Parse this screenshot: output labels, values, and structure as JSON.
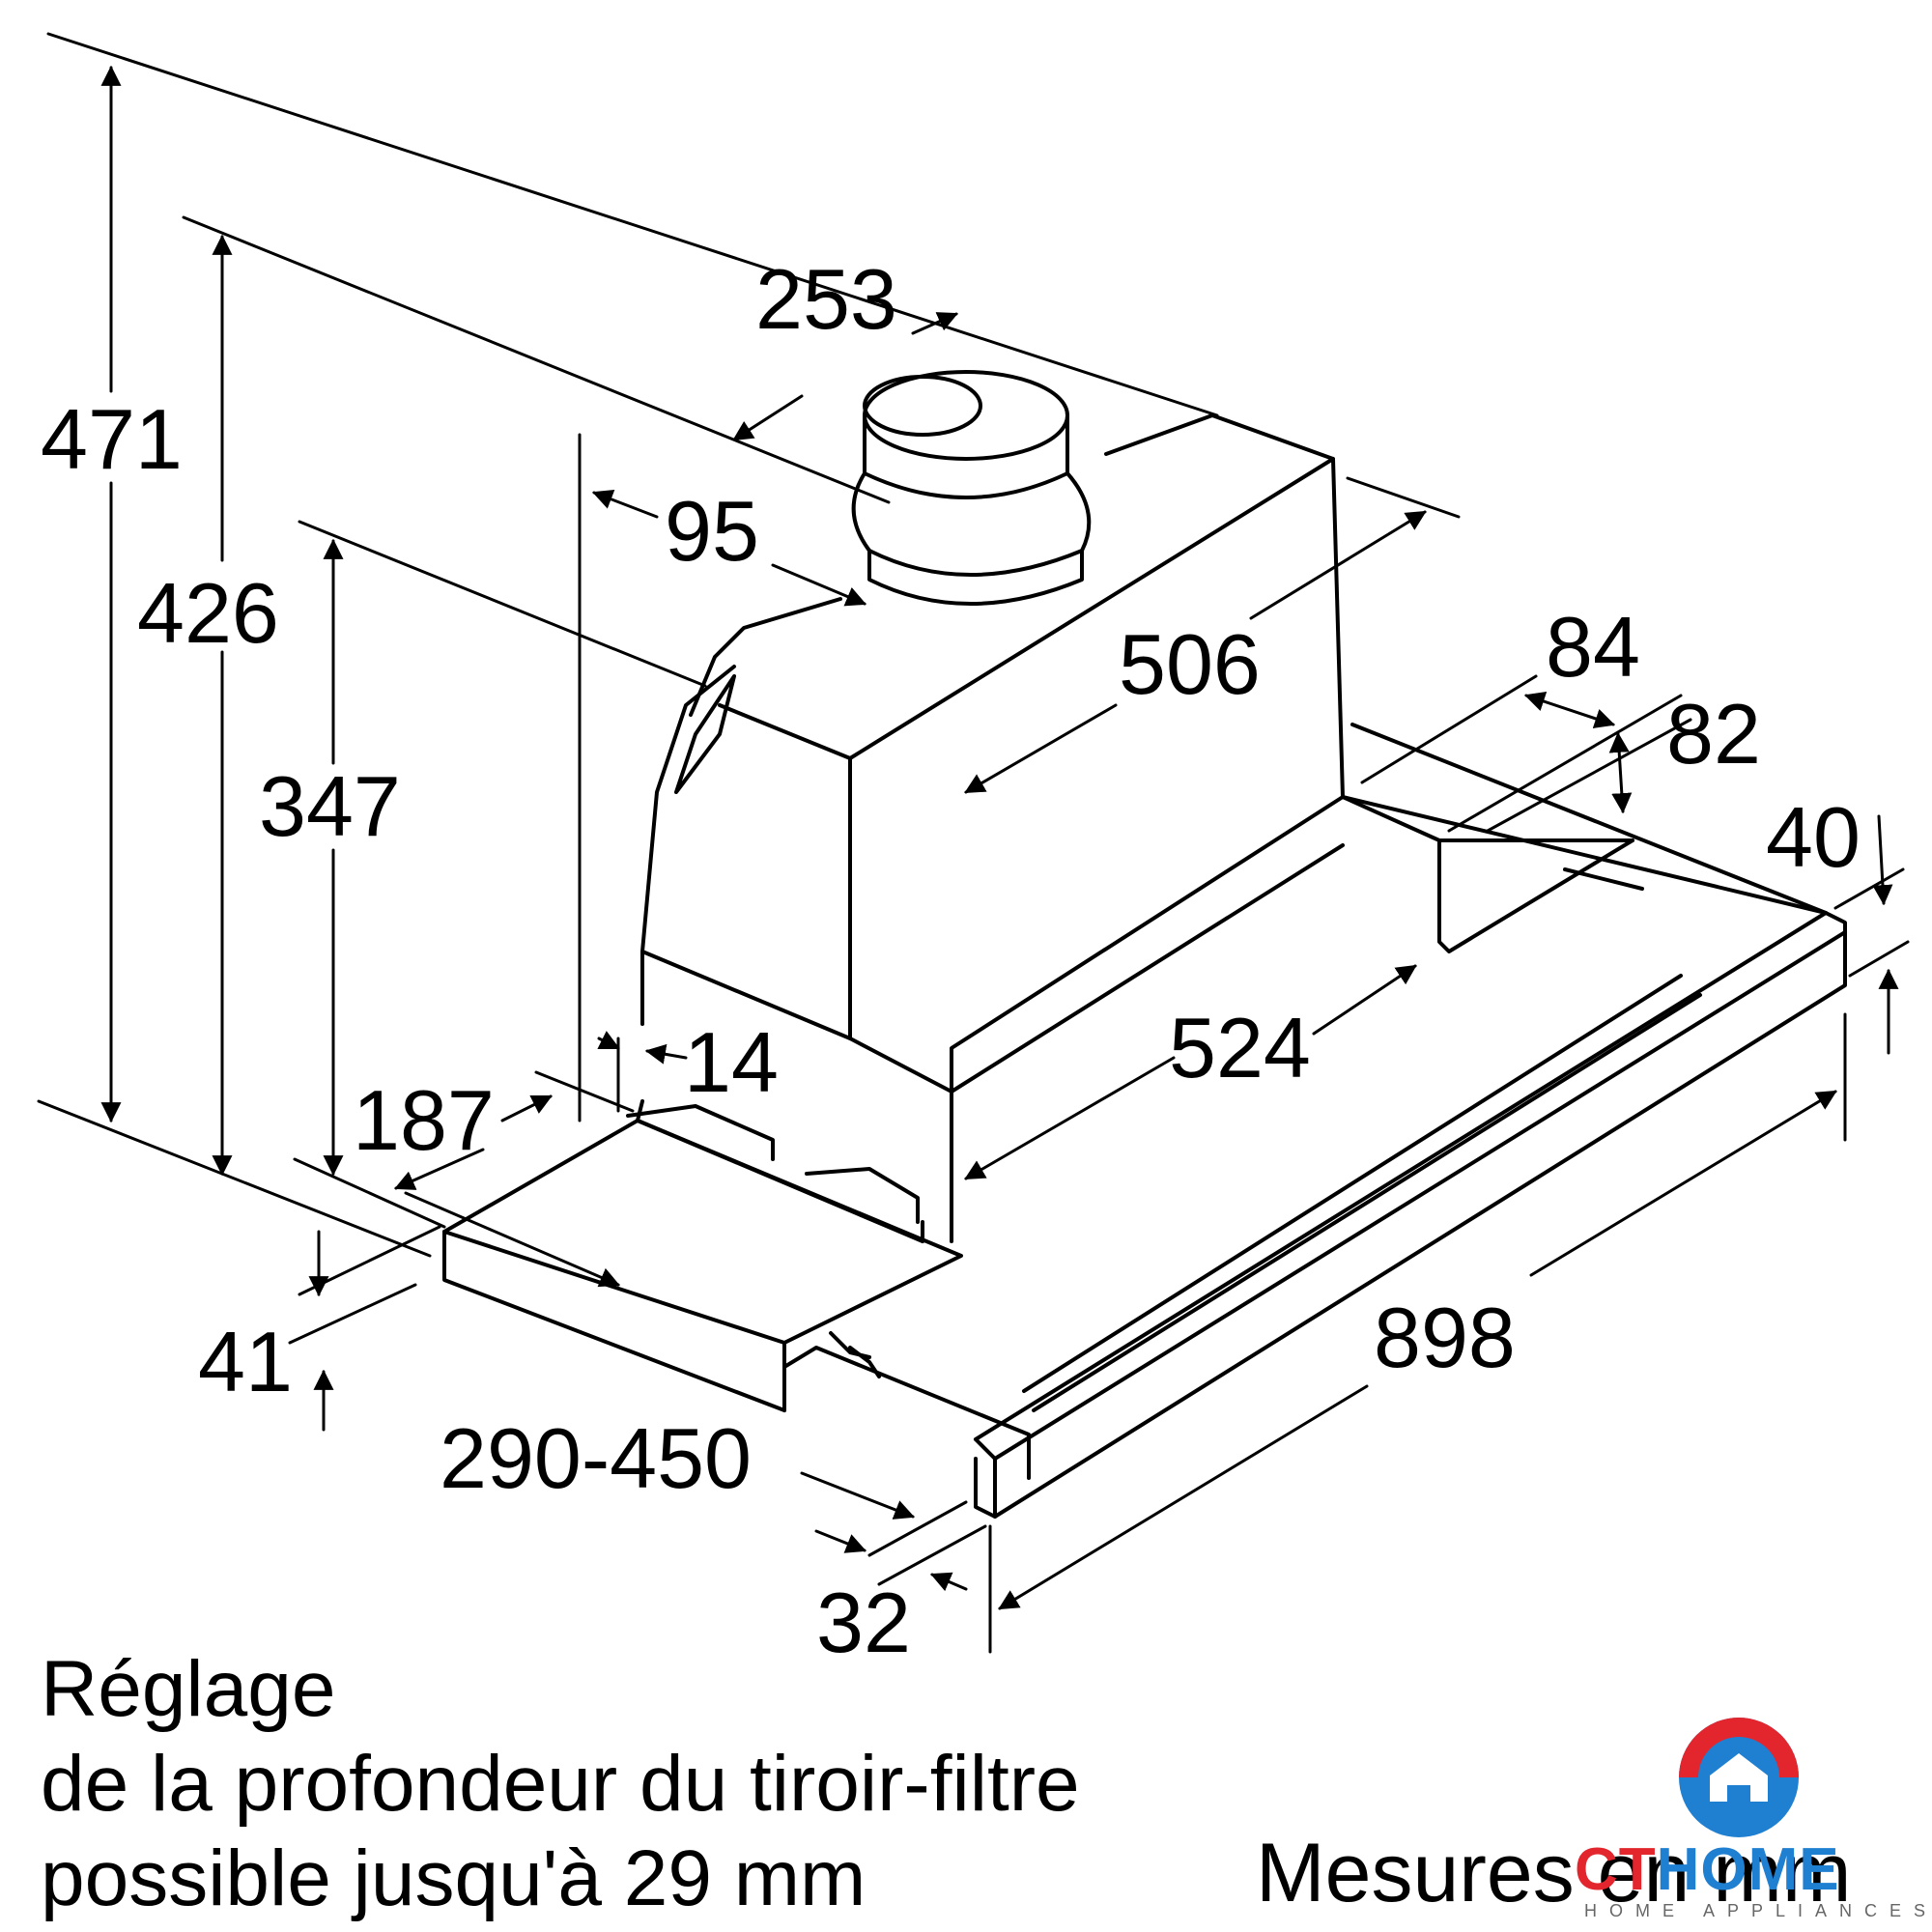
{
  "dimensions": {
    "d471": "471",
    "d426": "426",
    "d347": "347",
    "d253": "253",
    "d95": "95",
    "d506": "506",
    "d84": "84",
    "d82": "82",
    "d40": "40",
    "d14": "14",
    "d187": "187",
    "d524": "524",
    "d41": "41",
    "d898": "898",
    "d290_450": "290-450",
    "d32": "32"
  },
  "note": {
    "line1": "Réglage",
    "line2": "de la profondeur du tiroir-filtre",
    "line3": "possible jusqu'à 29 mm"
  },
  "units_label": "Mesures en mm",
  "logo": {
    "name": "CTHOME",
    "ct": "CT",
    "home": "HOME",
    "tagline": "HOME APPLIANCES",
    "colors": {
      "red": "#e3262e",
      "blue": "#1f7fd1",
      "orange": "#f39c12"
    }
  }
}
